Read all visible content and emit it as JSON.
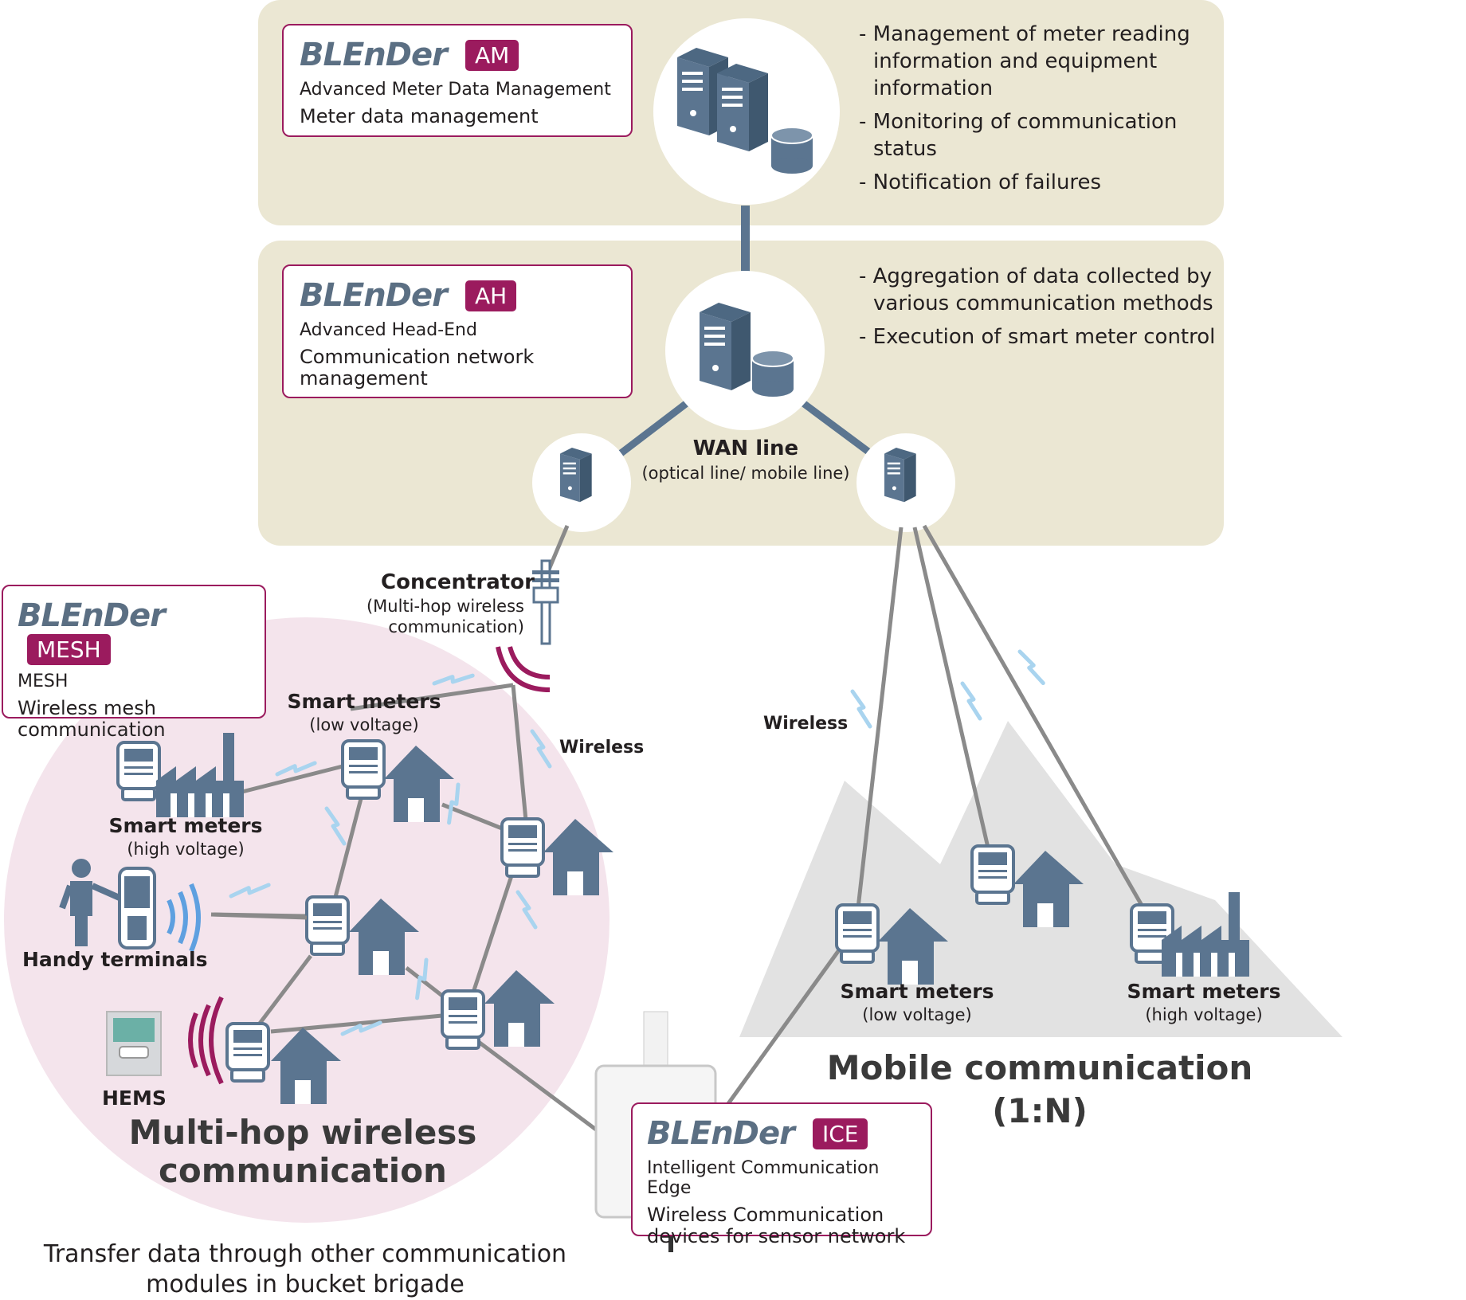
{
  "cards": {
    "am": {
      "logo": "BLEnDer",
      "badge": "AM",
      "subtitle": "Advanced Meter Data Management",
      "description": "Meter data management"
    },
    "ah": {
      "logo": "BLEnDer",
      "badge": "AH",
      "subtitle": "Advanced Head-End",
      "description": "Communication network management"
    },
    "mesh": {
      "logo": "BLEnDer",
      "badge": "MESH",
      "subtitle": "MESH",
      "description": "Wireless mesh communication"
    },
    "ice": {
      "logo": "BLEnDer",
      "badge": "ICE",
      "subtitle": "Intelligent Communication Edge",
      "description": "Wireless Communication devices for sensor network"
    }
  },
  "am_bullets": [
    "- Management of meter reading information and equipment information",
    "- Monitoring of communication status",
    "- Notification of failures"
  ],
  "ah_bullets": [
    "- Aggregation of data collected by various communication methods",
    "- Execution of smart meter control"
  ],
  "labels": {
    "wan_title": "WAN line",
    "wan_sub": "(optical line/ mobile line)",
    "concentrator_title": "Concentrator",
    "concentrator_sub": "(Multi-hop wireless communication)",
    "sm_low_mesh_title": "Smart meters",
    "sm_low_mesh_sub": "(low voltage)",
    "sm_high_mesh_title": "Smart meters",
    "sm_high_mesh_sub": "(high voltage)",
    "wireless_mesh": "Wireless",
    "wireless_mobile": "Wireless",
    "handy": "Handy terminals",
    "hems": "HEMS",
    "multihop_title": "Multi-hop wireless communication",
    "multihop_caption": "Transfer data through other communication modules in bucket brigade",
    "sm_low_mobile_title": "Smart meters",
    "sm_low_mobile_sub": "(low voltage)",
    "sm_high_mobile_title": "Smart meters",
    "sm_high_mobile_sub": "(high voltage)",
    "mobile_title": "Mobile communication",
    "mobile_sub": "(1:N)"
  },
  "colors": {
    "panel": "#ebe7d3",
    "icon": "#5b7590",
    "accent": "#9b1b5e",
    "line": "#8a8a8a",
    "bolt": "#a9d4ef",
    "mountain": "#e2e2e2",
    "mesh_bg": "#f4e4ec"
  }
}
